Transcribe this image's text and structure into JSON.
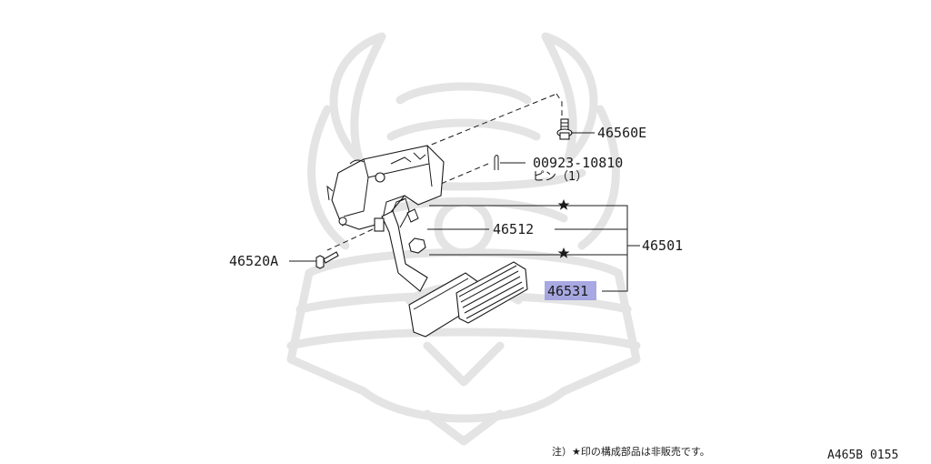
{
  "diagram": {
    "highlight_color": "#9999dd",
    "parts": [
      {
        "id": "p1",
        "label": "46560E"
      },
      {
        "id": "p2",
        "label": "00923-10810",
        "sublabel": "ピン（1）"
      },
      {
        "id": "p3",
        "label": "46512"
      },
      {
        "id": "p4",
        "label": "46501"
      },
      {
        "id": "p5",
        "label": "46520A"
      },
      {
        "id": "p6",
        "label": "46531",
        "highlighted": true
      }
    ],
    "note": "注）★印の構成部品は非販売です。",
    "diagram_code": "A465B 0155"
  }
}
